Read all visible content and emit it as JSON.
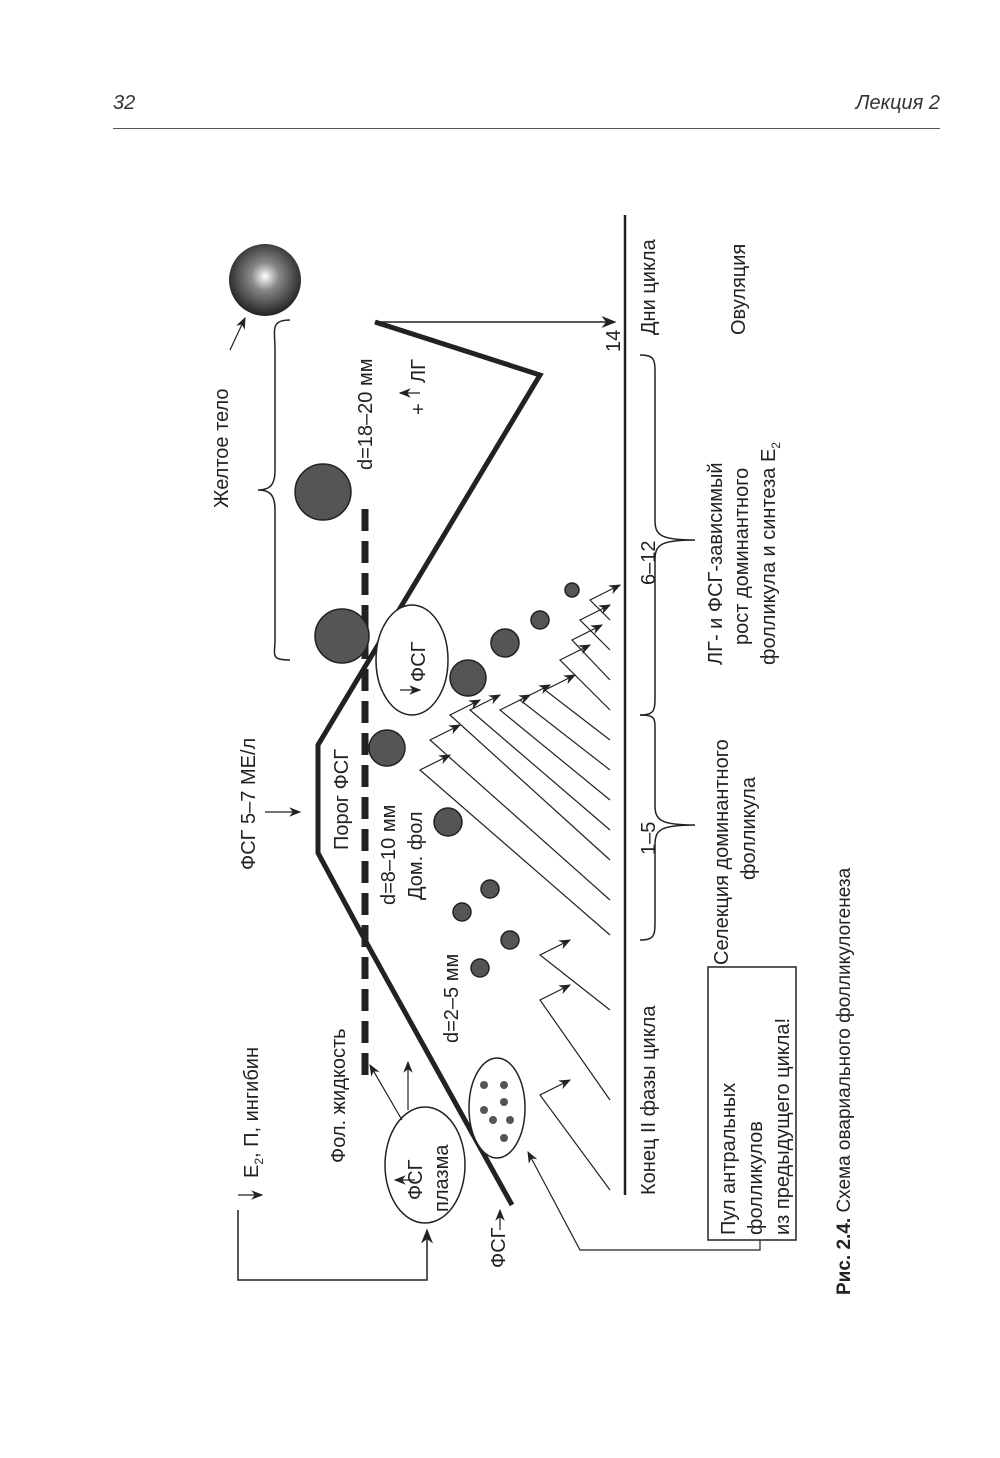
{
  "header": {
    "page_number": "32",
    "section": "Лекция 2"
  },
  "figure": {
    "caption_label": "Рис. 2.4.",
    "caption_text": "Схема овариального фолликулогенеза",
    "axis_label": "Дни цикла",
    "day_14": "14",
    "range_6_12": "6–12",
    "range_1_5": "1–5",
    "ovulation": "Овуляция",
    "phase_growth": [
      "ЛГ- и ФСГ-зависимый",
      "рост доминантного",
      "фолликула и синтеза E",
      "2"
    ],
    "phase_selection": [
      "Селекция доминантного",
      "фолликула"
    ],
    "end_phase": "Конец II фазы цикла",
    "pool_box": [
      "Пул антральных",
      "фолликулов",
      "из предыдущего цикла!"
    ],
    "corpus_luteum": "Желтое тело",
    "d_18_20": "d=18–20 мм",
    "lh": "ЛГ",
    "lh_plus": "+",
    "fsh_ellipse": "ФСГ",
    "fsh_level": "ФСГ 5–7 МЕ/л",
    "fsh_threshold": "Порог ФСГ",
    "d_8_10": "d=8–10 мм",
    "dominant": "Дом. фол",
    "d_2_5": "d=2–5 мм",
    "feedback": [
      "E",
      "2",
      ", П, ингибин"
    ],
    "follicular_fluid": "Фол. жидкость",
    "fsh_plasma": [
      "ФСГ",
      "плазма"
    ],
    "fsh_arrow_label": "ФСГ"
  }
}
